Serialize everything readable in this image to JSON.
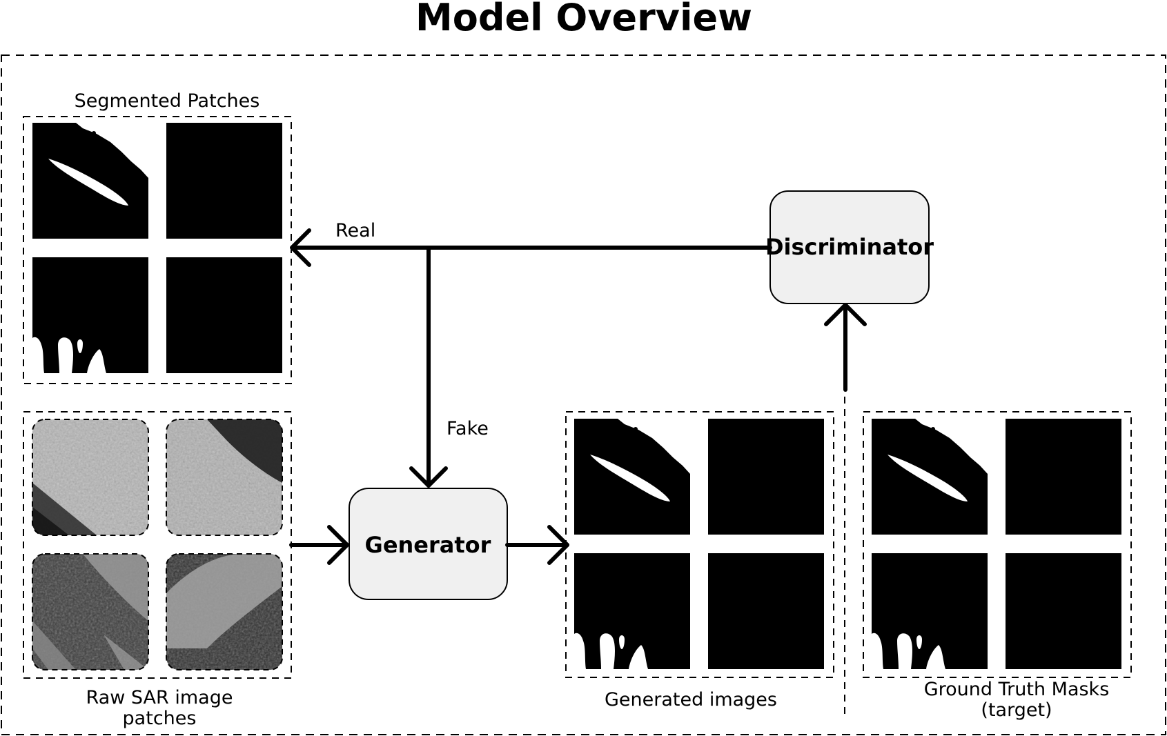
{
  "title": "Model Overview",
  "labels": {
    "segmented_patches": "Segmented Patches",
    "raw_patches_line1": "Raw SAR image",
    "raw_patches_line2": "patches",
    "generated_images": "Generated images",
    "ground_truth_line1": "Ground Truth Masks",
    "ground_truth_line2": "(target)",
    "real": "Real",
    "fake": "Fake"
  },
  "nodes": {
    "generator": "Generator",
    "discriminator": "Discriminator"
  },
  "colors": {
    "stroke": "#000000",
    "box_fill": "#f0f0f0",
    "mask_fill": "#000000",
    "background": "#ffffff"
  }
}
